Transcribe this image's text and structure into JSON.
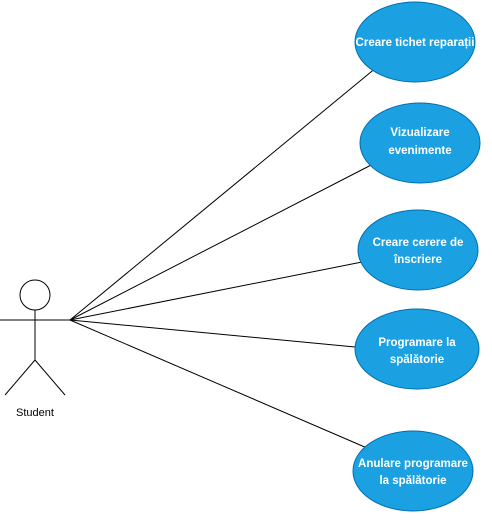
{
  "actor": {
    "name": "Student"
  },
  "use_cases": [
    {
      "lines": [
        "Creare tichet reparații"
      ]
    },
    {
      "lines": [
        "Vizualizare",
        "evenimente"
      ]
    },
    {
      "lines": [
        "Creare cerere de",
        "înscriere"
      ]
    },
    {
      "lines": [
        "Programare la",
        "spălătorie"
      ]
    },
    {
      "lines": [
        "Anulare programare",
        "la spălătorie"
      ]
    }
  ],
  "colors": {
    "use_case_fill": "#1ba1e2",
    "use_case_stroke": "#006eaf",
    "use_case_text": "#ffffff",
    "line": "#000000"
  }
}
